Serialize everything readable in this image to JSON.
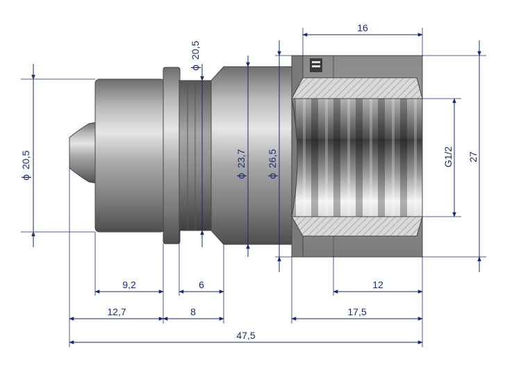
{
  "drawing": {
    "dims": {
      "left_dia": "20,5",
      "groove_dia": "20,5",
      "collar_dia": "23,7",
      "body_dia": "26,5",
      "thread": "G1/2",
      "outer_height": "27",
      "socket_len": "16",
      "len_9_2": "9,2",
      "len_6": "6",
      "len_12": "12",
      "len_12_7": "12,7",
      "len_8": "8",
      "len_17_5": "17,5",
      "total_len": "47,5"
    },
    "phi": "ϕ",
    "colors": {
      "dimension": "#1a2a6e",
      "hatch": "#8a8a8a",
      "metal": "#9a9a9a"
    }
  }
}
